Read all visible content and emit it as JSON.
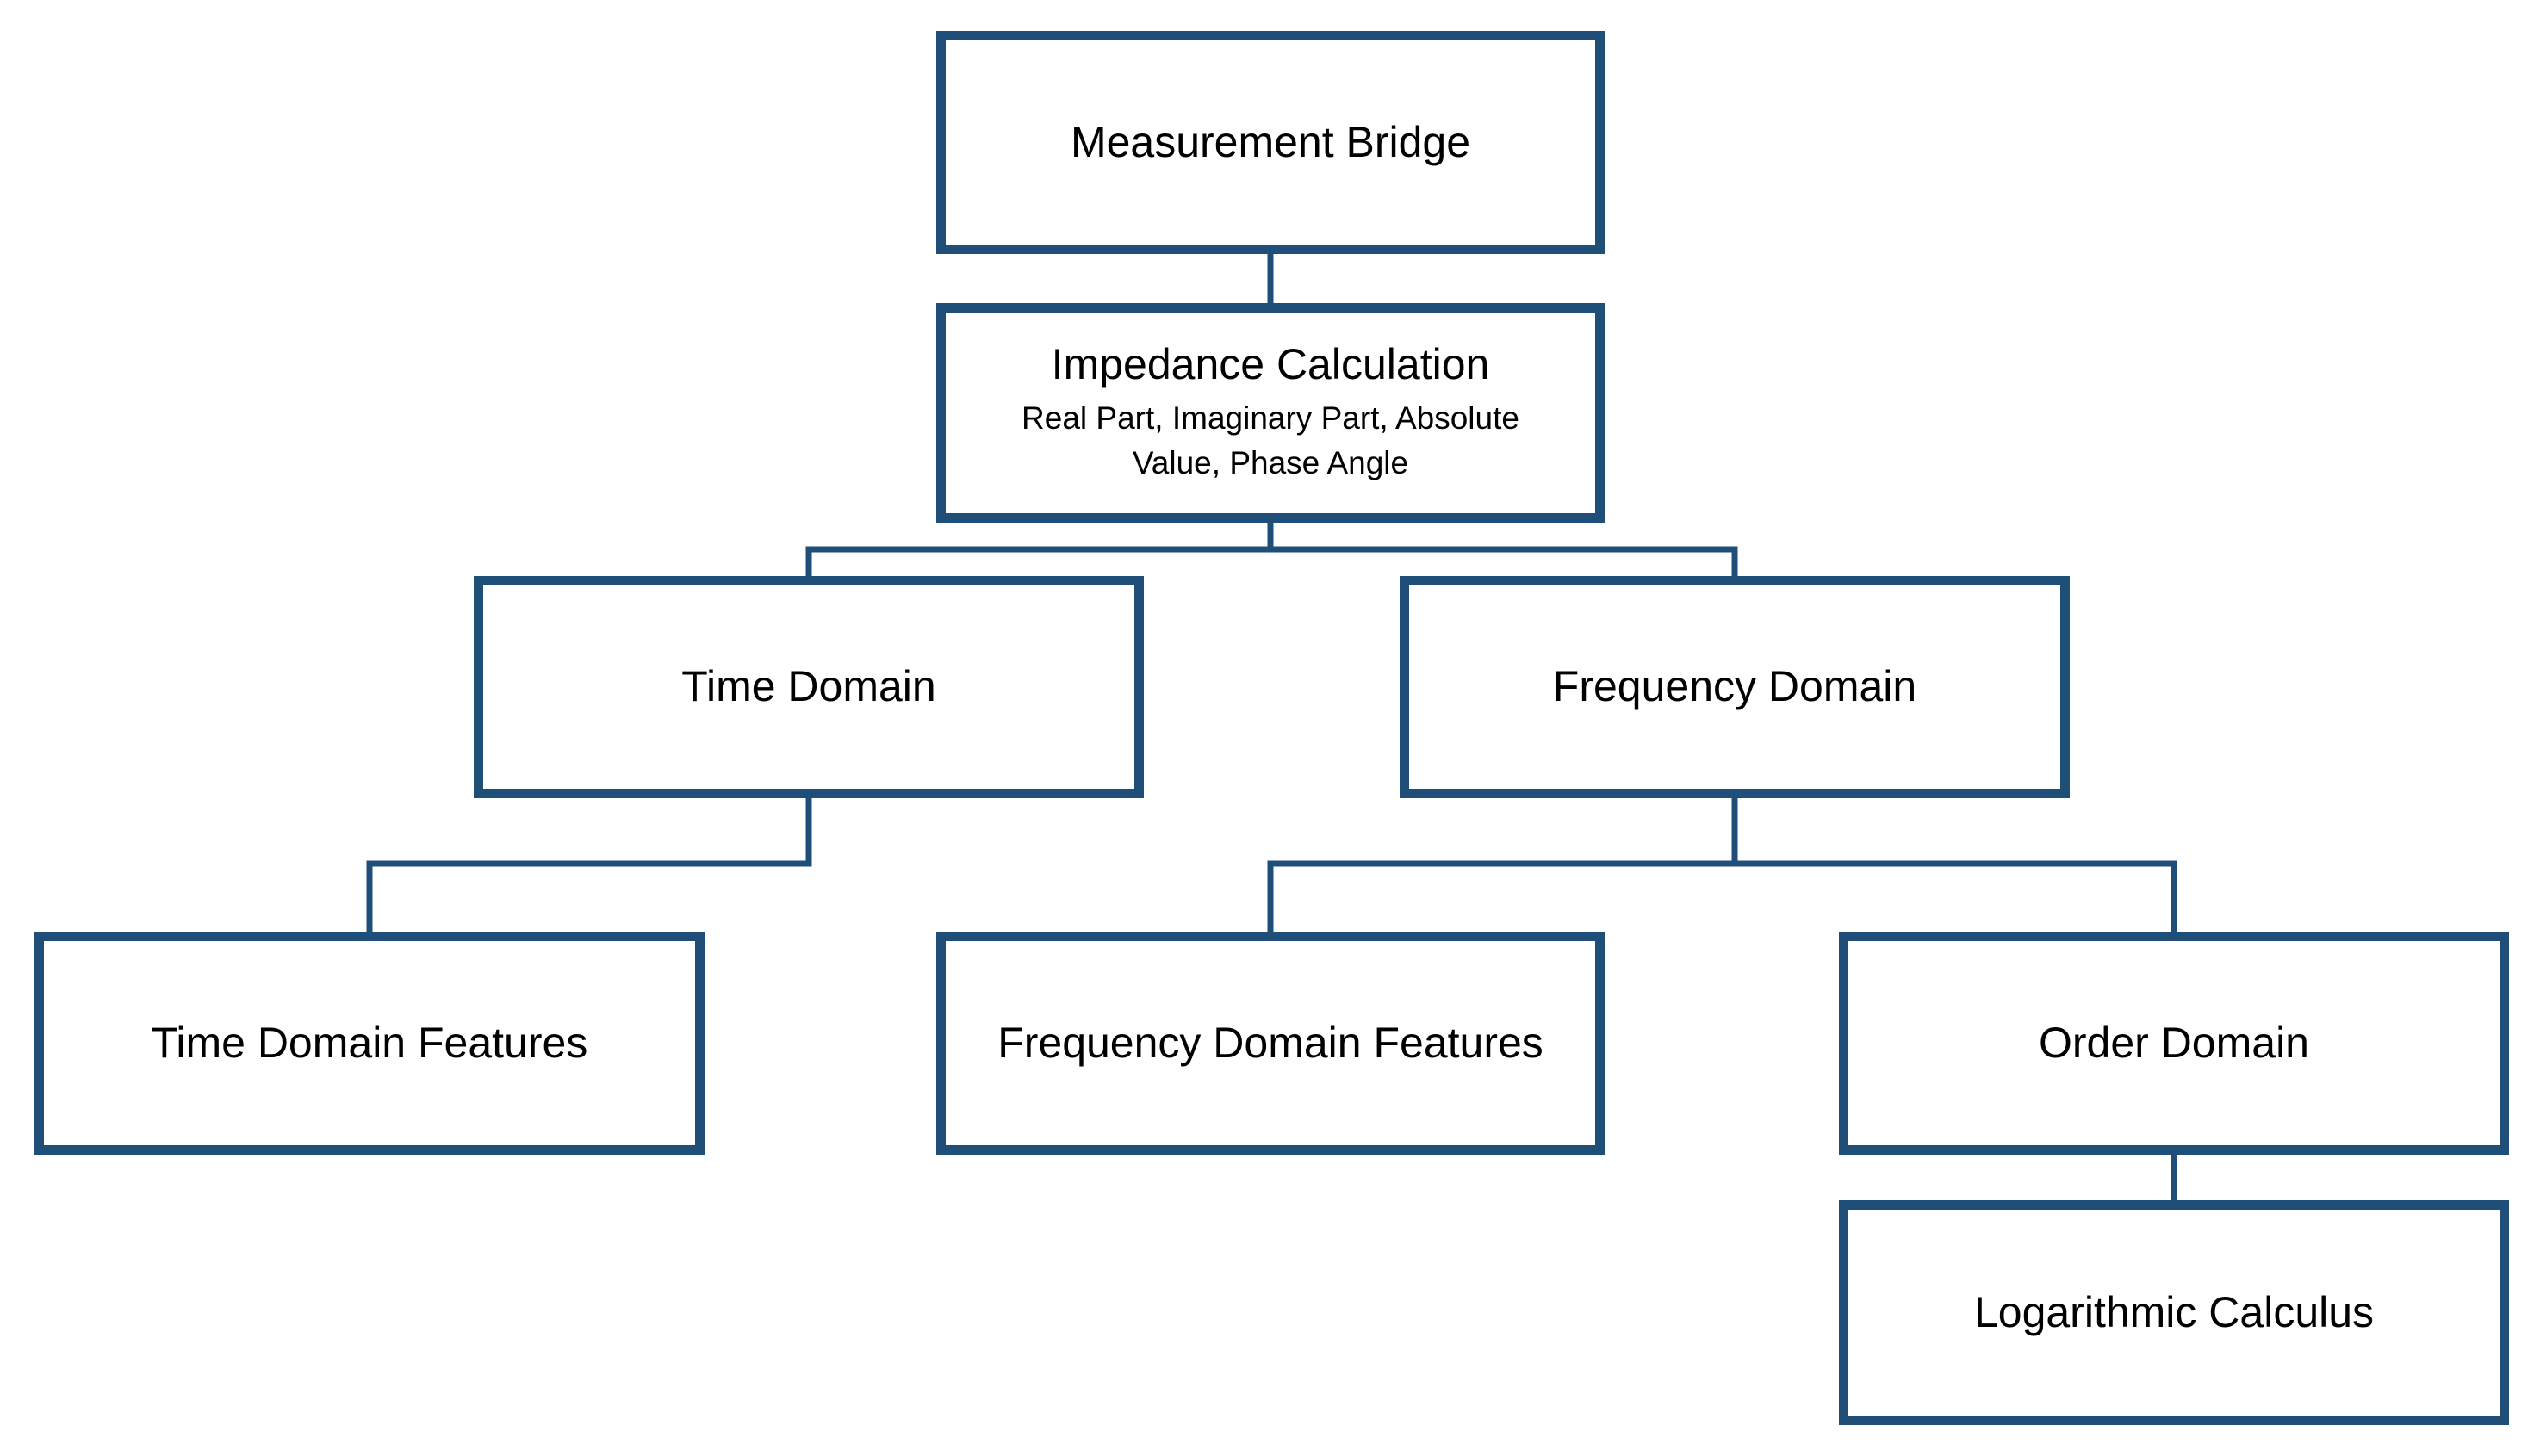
{
  "diagram": {
    "border_color": "#1f4e79",
    "nodes": {
      "measurement_bridge": {
        "title": "Measurement Bridge"
      },
      "impedance_calculation": {
        "title": "Impedance Calculation",
        "subtitle": "Real Part, Imaginary Part, Absolute Value, Phase Angle"
      },
      "time_domain": {
        "title": "Time Domain"
      },
      "frequency_domain": {
        "title": "Frequency Domain"
      },
      "time_domain_features": {
        "title": "Time Domain Features"
      },
      "frequency_domain_features": {
        "title": "Frequency Domain Features"
      },
      "order_domain": {
        "title": "Order Domain"
      },
      "logarithmic_calculus": {
        "title": "Logarithmic Calculus"
      }
    },
    "edges": [
      [
        "measurement_bridge",
        "impedance_calculation"
      ],
      [
        "impedance_calculation",
        "time_domain"
      ],
      [
        "impedance_calculation",
        "frequency_domain"
      ],
      [
        "time_domain",
        "time_domain_features"
      ],
      [
        "frequency_domain",
        "frequency_domain_features"
      ],
      [
        "frequency_domain",
        "order_domain"
      ],
      [
        "order_domain",
        "logarithmic_calculus"
      ]
    ]
  }
}
